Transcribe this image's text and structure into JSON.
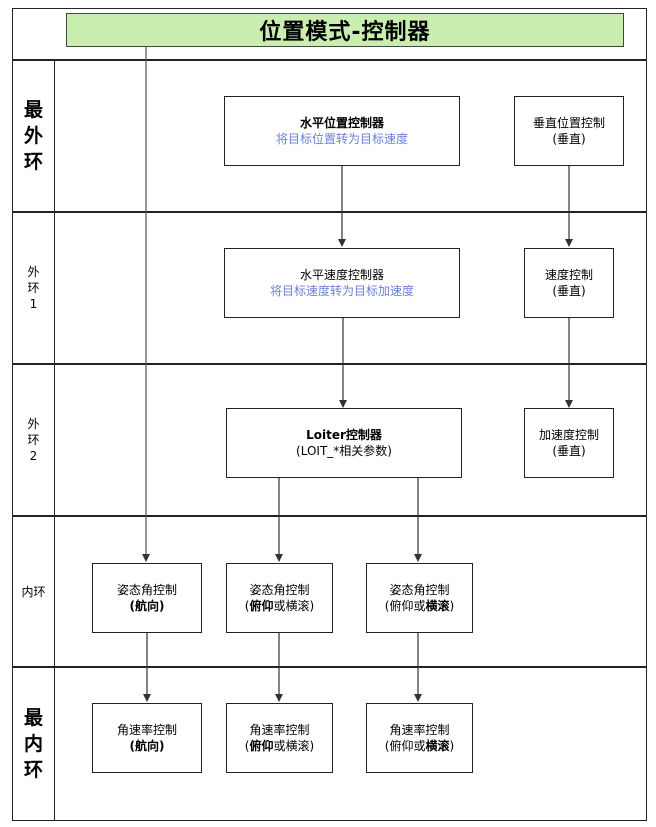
{
  "title": "位置模式-控制器",
  "lanes": [
    {
      "label": "最\n外\n环"
    },
    {
      "label": "外\n环\n1"
    },
    {
      "label": "外\n环\n2"
    },
    {
      "label": "内环"
    },
    {
      "label": "最\n内\n环"
    }
  ],
  "nodes": {
    "hpos": {
      "line1": "水平位置控制器",
      "line2": "将目标位置转为目标速度"
    },
    "vpos": {
      "line1": "垂直位置控制",
      "line2": "(垂直)"
    },
    "hvel": {
      "line1": "水平速度控制器",
      "line2": "将目标速度转为目标加速度"
    },
    "vvel": {
      "line1": "速度控制",
      "line2": "(垂直)"
    },
    "loiter": {
      "line1": "Loiter控制器",
      "line2": "(LOIT_*相关参数)"
    },
    "vacc": {
      "line1": "加速度控制",
      "line2": "(垂直)"
    },
    "att_yaw": {
      "line1": "姿态角控制",
      "line2": "(航向)"
    },
    "att_pitch": {
      "line1": "姿态角控制",
      "line2a": "(",
      "line2b": "俯仰",
      "line2c": "或横滚)"
    },
    "att_roll": {
      "line1": "姿态角控制",
      "line2a": "(俯仰或",
      "line2b": "横滚",
      "line2c": ")"
    },
    "rate_yaw": {
      "line1": "角速率控制",
      "line2": "(航向)"
    },
    "rate_pitch": {
      "line1": "角速率控制",
      "line2a": "(",
      "line2b": "俯仰",
      "line2c": "或横滚)"
    },
    "rate_roll": {
      "line1": "角速率控制",
      "line2a": "(俯仰或",
      "line2b": "横滚",
      "line2c": ")"
    }
  }
}
